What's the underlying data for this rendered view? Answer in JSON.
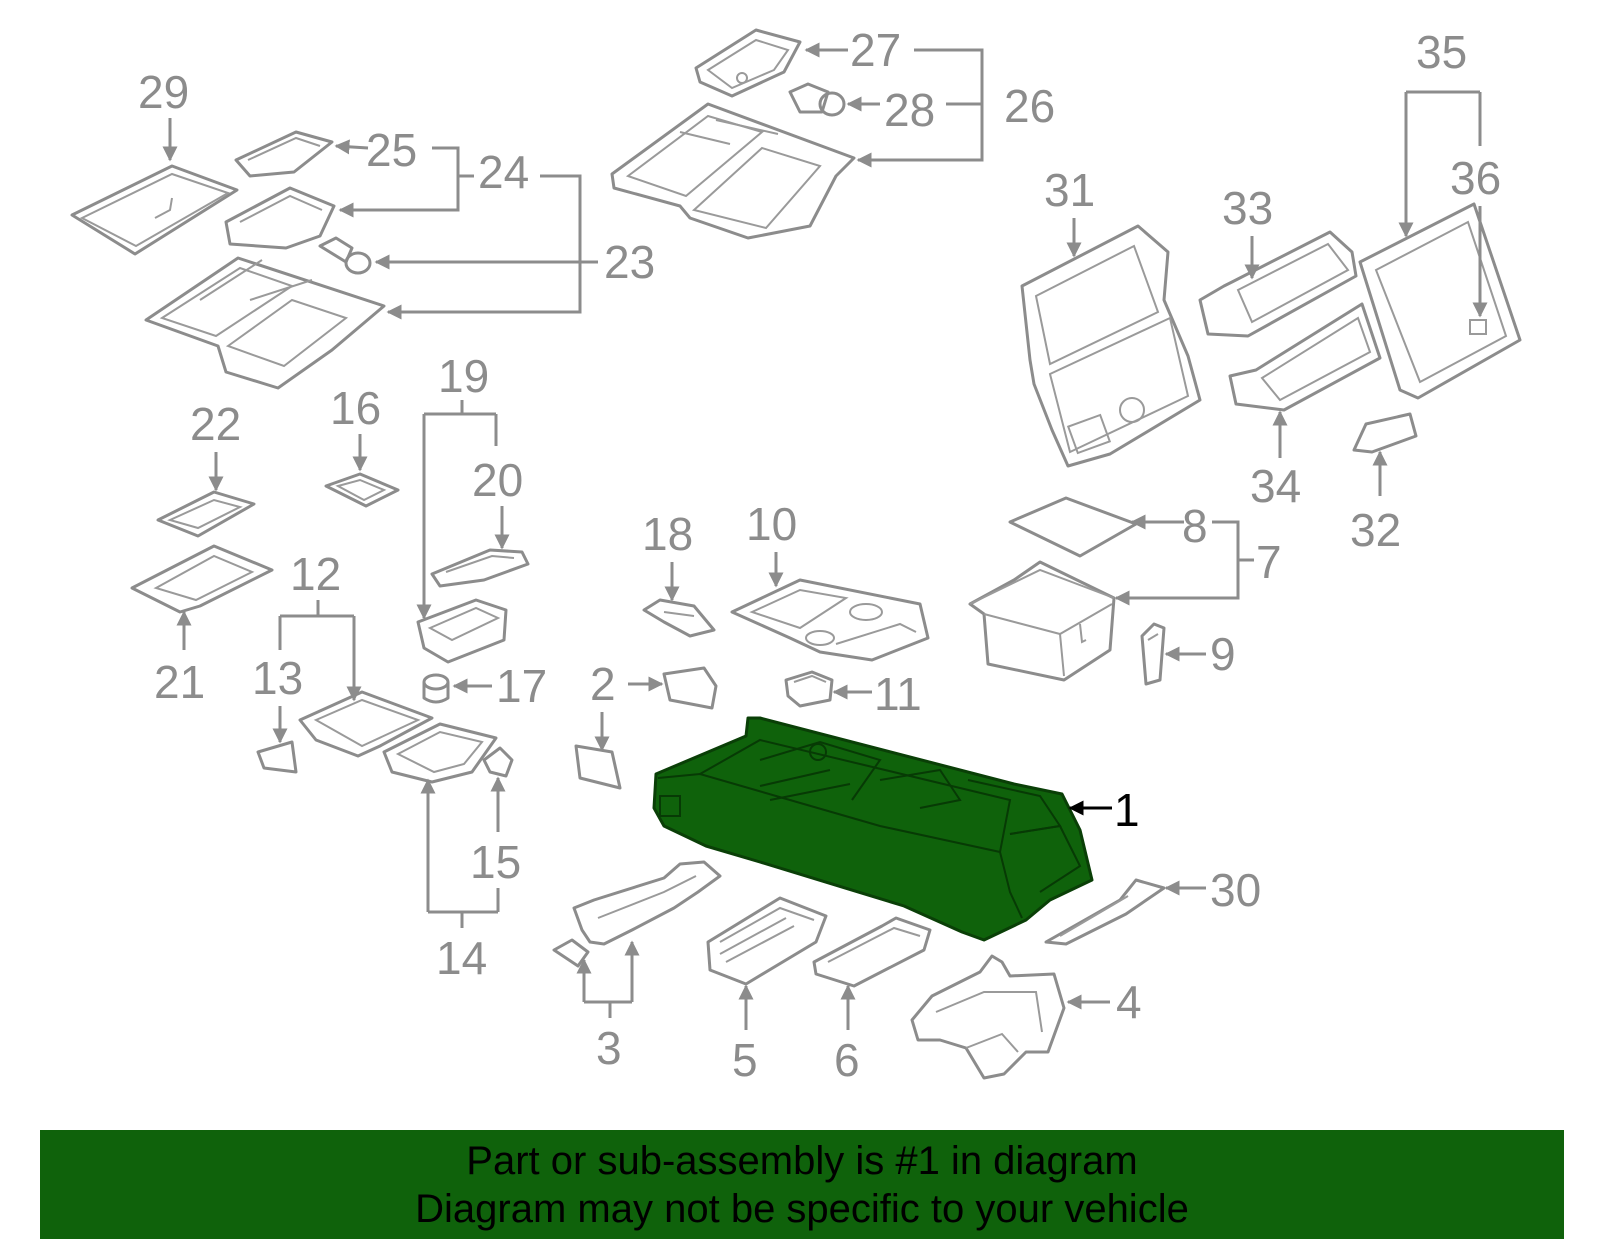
{
  "diagram": {
    "highlighted_part": "1",
    "highlight_color": "#0f620b",
    "line_color": "#8c8c8c",
    "callouts": {
      "c1": "1",
      "c2": "2",
      "c3": "3",
      "c4": "4",
      "c5": "5",
      "c6": "6",
      "c7": "7",
      "c8": "8",
      "c9": "9",
      "c10": "10",
      "c11": "11",
      "c12": "12",
      "c13": "13",
      "c14": "14",
      "c15": "15",
      "c16": "16",
      "c17": "17",
      "c18": "18",
      "c19": "19",
      "c20": "20",
      "c21": "21",
      "c22": "22",
      "c23": "23",
      "c24": "24",
      "c25": "25",
      "c26": "26",
      "c27": "27",
      "c28": "28",
      "c29": "29",
      "c30": "30",
      "c31": "31",
      "c32": "32",
      "c33": "33",
      "c34": "34",
      "c35": "35",
      "c36": "36"
    }
  },
  "banner": {
    "line1": "Part or sub-assembly is #1 in diagram",
    "line2": "Diagram may not be specific to your vehicle"
  }
}
